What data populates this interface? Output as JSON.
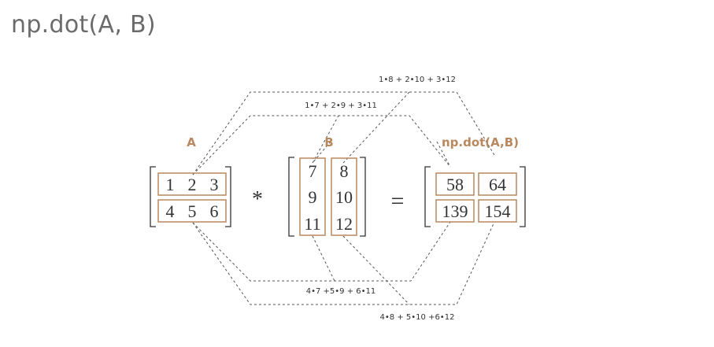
{
  "title": "np.dot(A, B)",
  "labels": {
    "a": "A",
    "b": "B",
    "result": "np.dot(A,B)"
  },
  "operators": {
    "multiply": "*",
    "equals": "="
  },
  "matrix_a": {
    "row1": [
      "1",
      "2",
      "3"
    ],
    "row2": [
      "4",
      "5",
      "6"
    ]
  },
  "matrix_b": {
    "col1": [
      "7",
      "9",
      "11"
    ],
    "col2": [
      "8",
      "10",
      "12"
    ]
  },
  "result": {
    "row1": [
      "58",
      "64"
    ],
    "row2": [
      "139",
      "154"
    ]
  },
  "formulas": {
    "r1c1": "1•7 + 2•9 + 3•11",
    "r1c2": "1•8 + 2•10 + 3•12",
    "r2c1": "4•7 +5•9 + 6•11",
    "r2c2": "4•8 + 5•10 +6•12"
  },
  "colors": {
    "accent": "#b8885e",
    "title": "#6b6b6b"
  }
}
